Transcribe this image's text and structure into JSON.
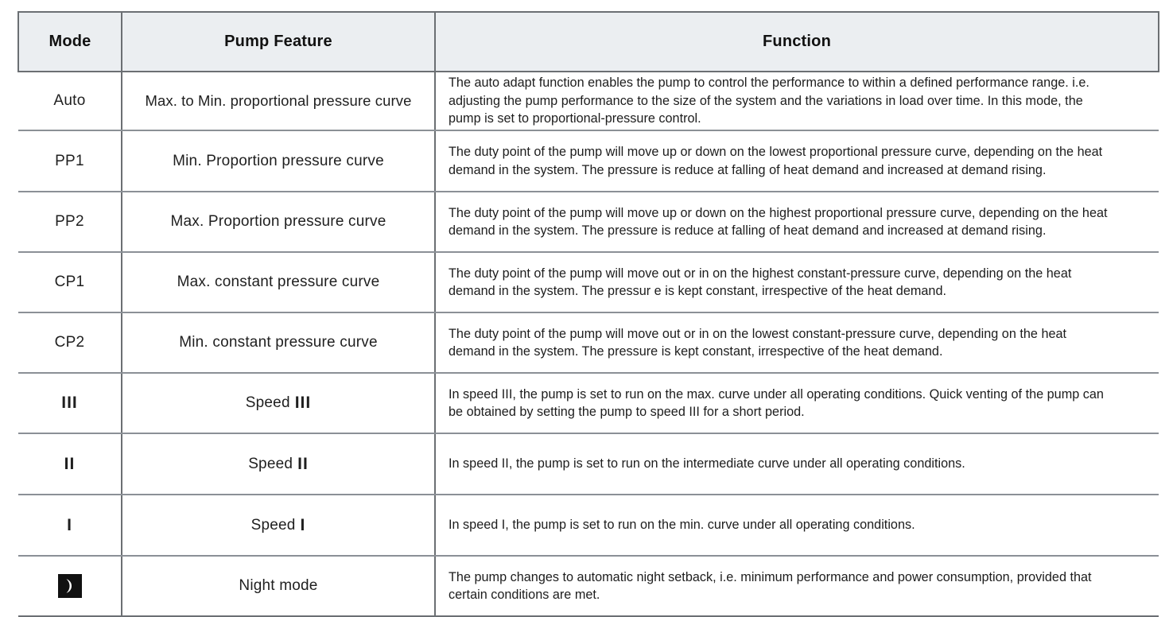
{
  "table": {
    "headers": {
      "mode": "Mode",
      "feature": "Pump Feature",
      "function": "Function"
    },
    "rows": [
      {
        "mode": "Auto",
        "mode_kind": "text",
        "feature": "Max. to Min. proportional pressure curve",
        "function": "The auto adapt function enables the pump to control the performance to within a defined performance range. i.e. adjusting the pump performance to the size of the system and the variations in load over time. In this mode, the pump is set to proportional-pressure control."
      },
      {
        "mode": "PP1",
        "mode_kind": "text",
        "feature": "Min. Proportion pressure curve",
        "function": "The duty point of the pump will move up or down on the lowest proportional pressure curve, depending on the heat demand in the system. The pressure is reduce at falling of heat demand and increased at demand rising."
      },
      {
        "mode": "PP2",
        "mode_kind": "text",
        "feature": "Max. Proportion pressure curve",
        "function": "The duty point of the pump will move up or down on the highest proportional pressure curve, depending on the heat demand in the system. The pressure is reduce at falling of heat demand and increased at demand rising."
      },
      {
        "mode": "CP1",
        "mode_kind": "text",
        "feature": "Max. constant pressure curve",
        "function": "The duty point of the pump will move out or in on the highest constant-pressure curve, depending on the heat demand in the system. The pressur e is kept constant, irrespective of the heat demand."
      },
      {
        "mode": "CP2",
        "mode_kind": "text",
        "feature": "Min. constant pressure curve",
        "function": "The duty point of the pump will move out or in on the lowest constant-pressure curve, depending on the heat demand in the system. The pressure is kept constant, irrespective of the heat demand."
      },
      {
        "mode": "III",
        "mode_kind": "roman",
        "feature_prefix": "Speed",
        "feature_roman": "III",
        "feature": "Speed  III",
        "function": "In speed III, the pump is set to run on the max. curve under all operating conditions. Quick venting of the pump can be obtained by setting the pump to speed III for a short period."
      },
      {
        "mode": "II",
        "mode_kind": "roman",
        "feature_prefix": "Speed",
        "feature_roman": "II",
        "feature": "Speed  II",
        "function": "In speed II, the pump is set to run on the intermediate curve under all operating conditions."
      },
      {
        "mode": "I",
        "mode_kind": "roman",
        "feature_prefix": "Speed",
        "feature_roman": "I",
        "feature": "Speed  I",
        "function": "In speed I, the pump is set to run on the min. curve under all operating conditions."
      },
      {
        "mode": "night-mode-icon",
        "mode_kind": "icon",
        "feature": "Night mode",
        "function": "The pump changes to automatic night setback, i.e. minimum performance and power consumption, provided that certain conditions are met."
      }
    ]
  },
  "colors": {
    "header_background": "#ebeef1",
    "border_strong": "#6b6f73",
    "border_rule": "#8b9096",
    "text": "#1a1a1a",
    "icon_background": "#111111",
    "icon_foreground": "#ffffff"
  }
}
